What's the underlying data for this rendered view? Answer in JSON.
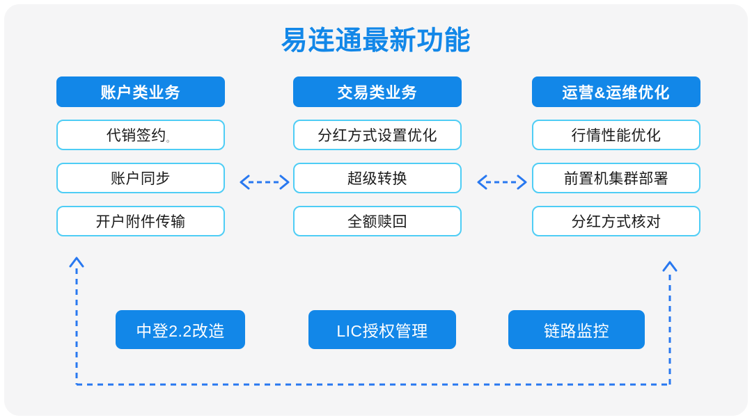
{
  "slide": {
    "title": "易连通最新功能",
    "background_color": "#f5f5f6",
    "accent_blue": "#1287e8",
    "border_cyan": "#4ecdf5"
  },
  "columns": [
    {
      "header": "账户类业务",
      "items": [
        {
          "label": "代销签约",
          "suffix": "。"
        },
        {
          "label": "账户同步",
          "suffix": ""
        },
        {
          "label": "开户附件传输",
          "suffix": ""
        }
      ]
    },
    {
      "header": "交易类业务",
      "items": [
        {
          "label": "分红方式设置优化",
          "suffix": ""
        },
        {
          "label": "超级转换",
          "suffix": ""
        },
        {
          "label": "全额赎回",
          "suffix": ""
        }
      ]
    },
    {
      "header": "运营&运维优化",
      "items": [
        {
          "label": "行情性能优化",
          "suffix": ""
        },
        {
          "label": "前置机集群部署",
          "suffix": ""
        },
        {
          "label": "分红方式核对",
          "suffix": ""
        }
      ]
    }
  ],
  "connectors": {
    "between_columns": [
      {
        "name": "双向虚线箭头",
        "direction": "bidirectional",
        "style": "dashed"
      },
      {
        "name": "双向虚线箭头",
        "direction": "bidirectional",
        "style": "dashed"
      }
    ],
    "feedback_loop": {
      "name": "底部虚线回路",
      "style": "dashed",
      "arrow_ends": "both-up",
      "color": "#2878f0"
    }
  },
  "bottom_items": [
    {
      "label": "中登2.2改造"
    },
    {
      "label": "LIC授权管理"
    },
    {
      "label": "链路监控"
    }
  ]
}
